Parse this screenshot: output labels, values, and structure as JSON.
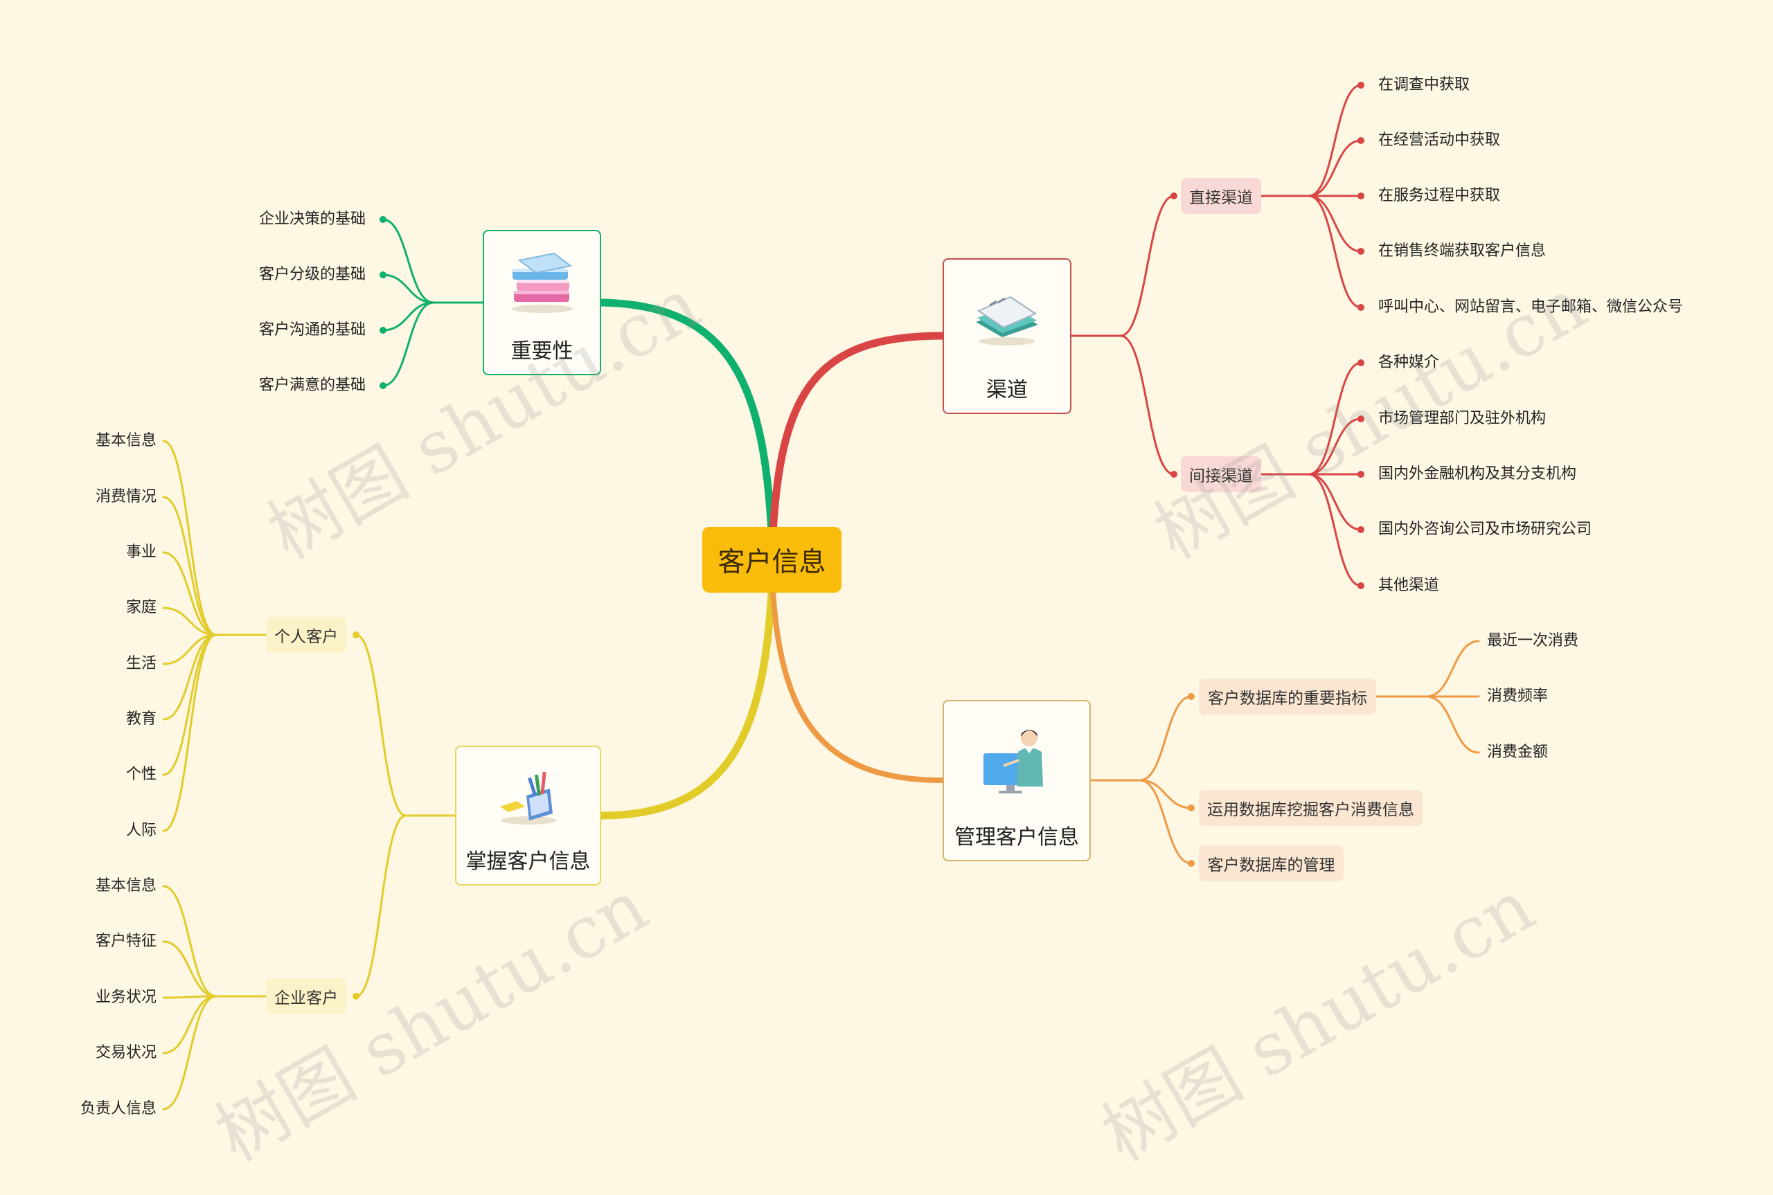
{
  "root": {
    "label": "客户信息",
    "color": "#f9bc0b"
  },
  "branches": [
    {
      "id": "importance",
      "label": "重要性",
      "color": "#10b06e",
      "icon": "books-icon",
      "items": [
        "企业决策的基础",
        "客户分级的基础",
        "客户沟通的基础",
        "客户满意的基础"
      ]
    },
    {
      "id": "channels",
      "label": "渠道",
      "color": "#d94545",
      "icon": "notebook-icon",
      "groups": [
        {
          "label": "直接渠道",
          "items": [
            "在调查中获取",
            "在经营活动中获取",
            "在服务过程中获取",
            "在销售终端获取客户信息",
            "呼叫中心、网站留言、电子邮箱、微信公众号"
          ]
        },
        {
          "label": "间接渠道",
          "items": [
            "各种媒介",
            "市场管理部门及驻外机构",
            "国内外金融机构及其分支机构",
            "国内外咨询公司及市场研究公司",
            "其他渠道"
          ]
        }
      ]
    },
    {
      "id": "master",
      "label": "掌握客户信息",
      "color": "#e2cc2a",
      "icon": "office-supplies-icon",
      "groups": [
        {
          "label": "个人客户",
          "items": [
            "基本信息",
            "消费情况",
            "事业",
            "家庭",
            "生活",
            "教育",
            "个性",
            "人际"
          ]
        },
        {
          "label": "企业客户",
          "items": [
            "基本信息",
            "客户特征",
            "业务状况",
            "交易状况",
            "负责人信息"
          ]
        }
      ]
    },
    {
      "id": "manage",
      "label": "管理客户信息",
      "color": "#ee9a45",
      "icon": "presenter-icon",
      "groups": [
        {
          "label": "客户数据库的重要指标",
          "items": [
            "最近一次消费",
            "消费频率",
            "消费金额"
          ]
        },
        {
          "label": "运用数据库挖掘客户消费信息",
          "items": []
        },
        {
          "label": "客户数据库的管理",
          "items": []
        }
      ]
    }
  ],
  "watermark": "树图 shutu.cn"
}
